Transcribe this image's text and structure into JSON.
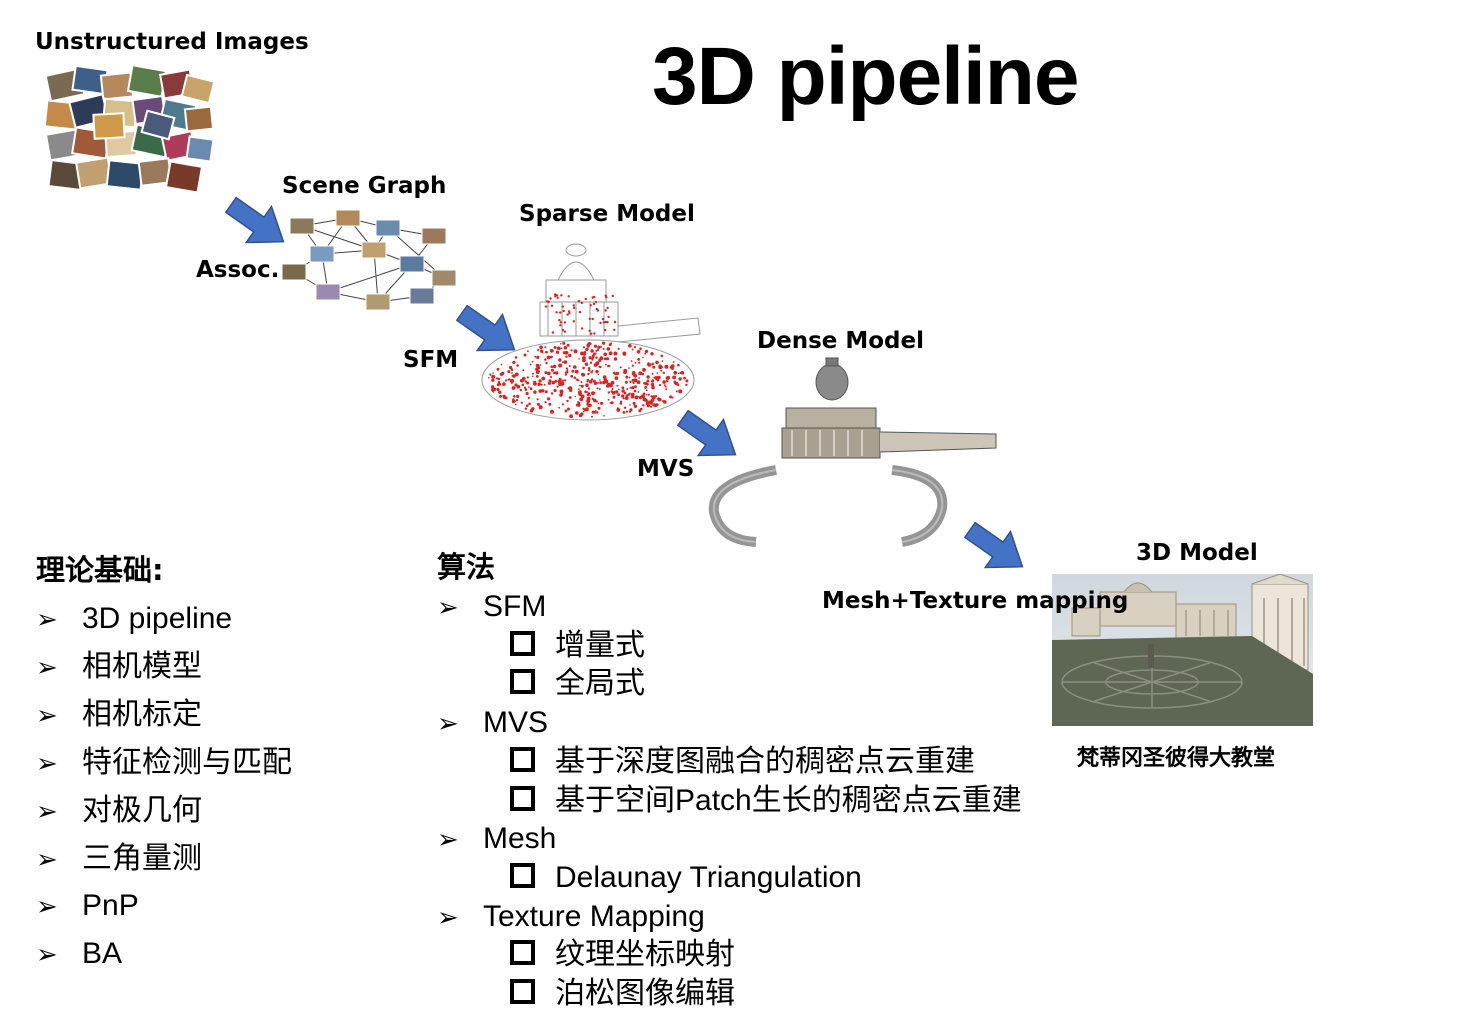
{
  "title": "3D pipeline",
  "stages": {
    "images": "Unstructured Images",
    "scene_graph": "Scene Graph",
    "sparse": "Sparse Model",
    "dense": "Dense Model",
    "model3d": "3D Model"
  },
  "steps": {
    "assoc": "Assoc.",
    "sfm": "SFM",
    "mvs": "MVS",
    "mesh_texture": "Mesh+Texture mapping"
  },
  "caption": "梵蒂冈圣彼得大教堂",
  "theory": {
    "heading": "理论基础:",
    "items": [
      "3D pipeline",
      "相机模型",
      "相机标定",
      "特征检测与匹配",
      "对极几何",
      "三角量测",
      "PnP",
      "BA"
    ]
  },
  "algorithms": {
    "heading": "算法",
    "groups": [
      {
        "label": "SFM",
        "subs": [
          "增量式",
          "全局式"
        ]
      },
      {
        "label": "MVS",
        "subs": [
          "基于深度图融合的稠密点云重建",
          "基于空间Patch生长的稠密点云重建"
        ]
      },
      {
        "label": "Mesh",
        "subs": [
          "Delaunay Triangulation"
        ]
      },
      {
        "label": "Texture Mapping",
        "subs": [
          "纹理坐标映射",
          "泊松图像编辑"
        ]
      }
    ]
  },
  "colors": {
    "arrow": "#4472c4",
    "arrow_edge": "#2f528f",
    "points": "#e02020"
  }
}
